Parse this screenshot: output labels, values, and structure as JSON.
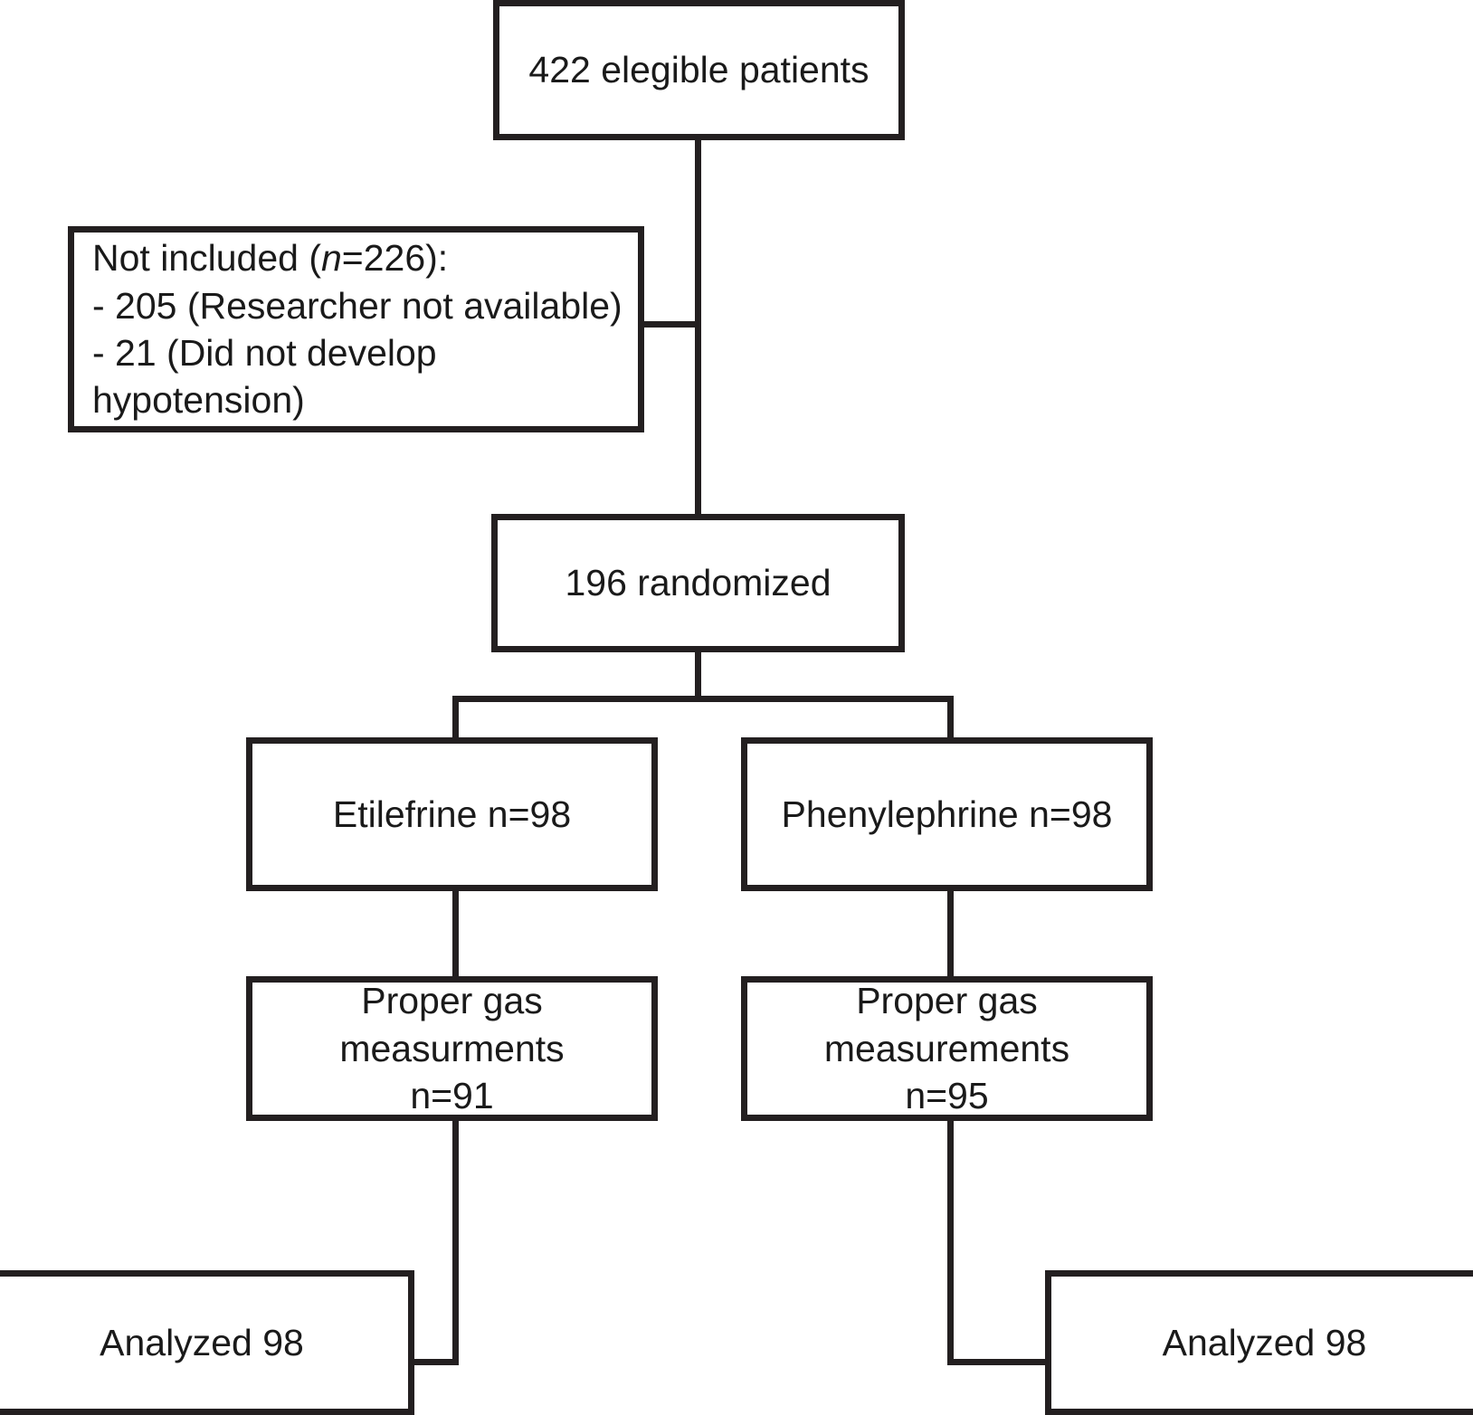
{
  "chart_data": {
    "type": "diagram",
    "title": "CONSORT patient flow diagram",
    "nodes": [
      {
        "id": "eligible",
        "label": "422 elegible patients"
      },
      {
        "id": "not-included",
        "label": "Not included (n=226):\n- 205 (Researcher not available)\n- 21 (Did not develop hypotension)"
      },
      {
        "id": "randomized",
        "label": "196 randomized"
      },
      {
        "id": "etilefrine",
        "label": "Etilefrine n=98"
      },
      {
        "id": "phenylephrine",
        "label": "Phenylephrine n=98"
      },
      {
        "id": "gas-left",
        "label": "Proper gas\nmeasurments\nn=91"
      },
      {
        "id": "gas-right",
        "label": "Proper gas\nmeasurements\nn=95"
      },
      {
        "id": "analyzed-left",
        "label": "Analyzed 98"
      },
      {
        "id": "analyzed-right",
        "label": "Analyzed 98"
      }
    ],
    "edges": [
      {
        "from": "eligible",
        "to": "not-included"
      },
      {
        "from": "eligible",
        "to": "randomized"
      },
      {
        "from": "randomized",
        "to": "etilefrine"
      },
      {
        "from": "randomized",
        "to": "phenylephrine"
      },
      {
        "from": "etilefrine",
        "to": "gas-left"
      },
      {
        "from": "phenylephrine",
        "to": "gas-right"
      },
      {
        "from": "gas-left",
        "to": "analyzed-left"
      },
      {
        "from": "gas-right",
        "to": "analyzed-right"
      }
    ],
    "colors": {
      "stroke": "#231f20",
      "fill": "#ffffff",
      "text": "#1a1a1a"
    }
  },
  "diagram": {
    "eligible": {
      "text": "422 elegible patients"
    },
    "not_included": {
      "line1_prefix": "Not included (",
      "line1_n": "n",
      "line1_suffix": "=226):",
      "line2": "- 205 (Researcher not available)",
      "line3": "- 21 (Did not develop hypotension)"
    },
    "randomized": {
      "text": "196 randomized"
    },
    "etilefrine": {
      "text": "Etilefrine n=98"
    },
    "phenylephrine": {
      "text": "Phenylephrine n=98"
    },
    "gas_left": {
      "line1": "Proper gas",
      "line2": "measurments",
      "line3": "n=91"
    },
    "gas_right": {
      "line1": "Proper gas",
      "line2": "measurements",
      "line3": "n=95"
    },
    "analyzed_left": {
      "text": "Analyzed 98"
    },
    "analyzed_right": {
      "text": "Analyzed 98"
    }
  }
}
